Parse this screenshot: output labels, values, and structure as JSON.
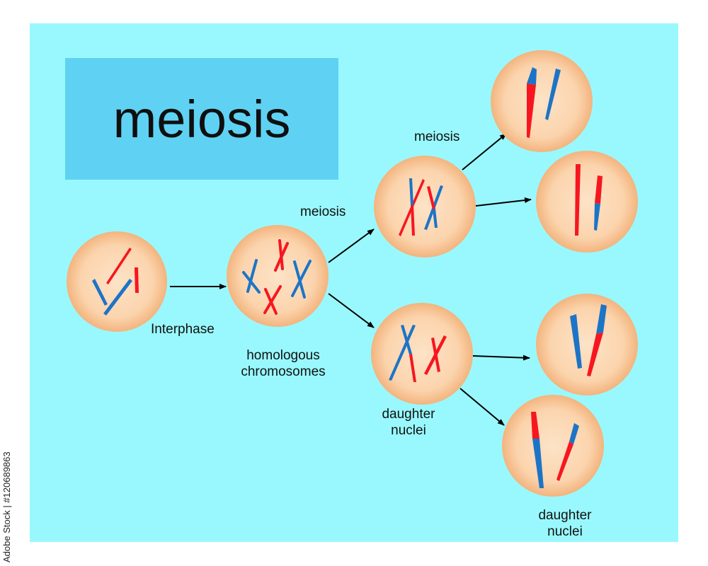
{
  "title": "meiosis",
  "labels": {
    "interphase": "Interphase",
    "homologous_line1": "homologous",
    "homologous_line2": "chromosomes",
    "meiosis_upper": "meiosis",
    "meiosis_mid": "meiosis",
    "daughter1_line1": "daughter",
    "daughter1_line2": "nuclei",
    "daughter2_line1": "daughter",
    "daughter2_line2": "nuclei"
  },
  "stock_id": "Adobe Stock | #120689863",
  "colors": {
    "panel": "#99f8fd",
    "title_box": "#5fd2f3",
    "cell_fill": "#fbd4ad",
    "red_chromosome": "#f7161f",
    "blue_chromosome": "#1d74c6"
  }
}
